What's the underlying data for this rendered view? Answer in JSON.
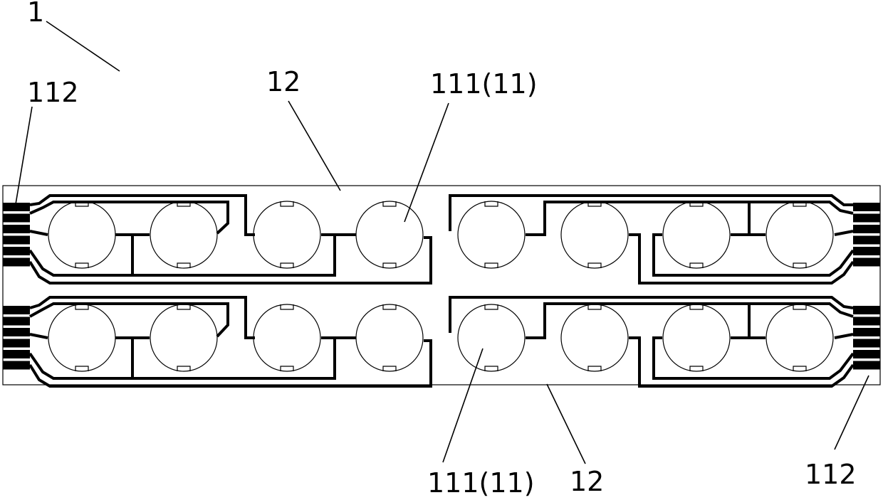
{
  "figure": {
    "labels": {
      "assembly": "1",
      "connector_top_left": "112",
      "substrate_top": "12",
      "led_top": "111(11)",
      "led_bottom": "111(11)",
      "substrate_bottom": "12",
      "connector_bottom_right": "112"
    }
  }
}
